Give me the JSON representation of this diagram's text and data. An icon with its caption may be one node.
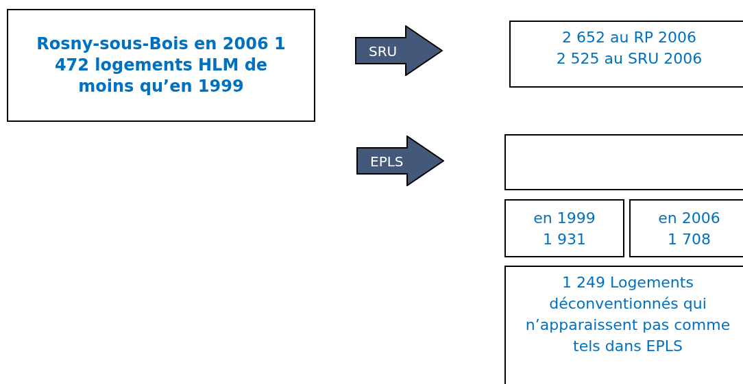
{
  "diagram": {
    "nodes": [
      {
        "text": [
          "Rosny-sous-Bois en 2006 1 472 logements HLM de moins qu’en 1999"
        ]
      },
      {
        "text": [
          "SRU"
        ]
      },
      {
        "text": [
          "2 652 au RP 2006",
          "2 525 au SRU 2006"
        ]
      },
      {
        "text": [
          "EPLS"
        ]
      },
      {
        "text": [],
        "shape": "box"
      },
      {
        "text": [
          "en 1999",
          "1 931"
        ]
      },
      {
        "text": [
          "en 2006",
          "1 708"
        ]
      },
      {
        "text": [
          "1 249 Logements déconventionnés qui n’apparaissent pas comme tels dans EPLS"
        ]
      }
    ]
  }
}
